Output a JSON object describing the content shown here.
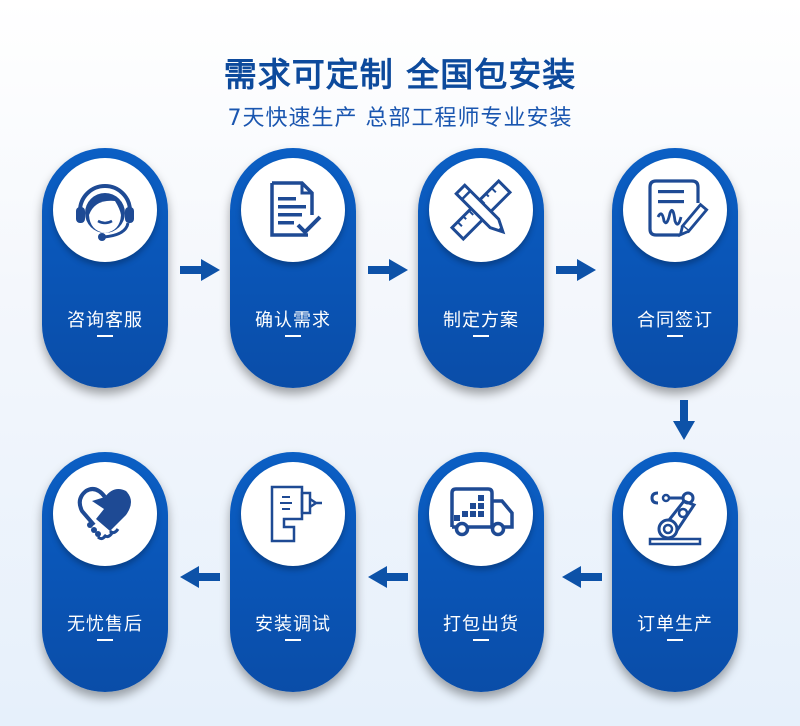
{
  "header": {
    "title": "需求可定制 全国包安装",
    "subtitle": "7天快速生产 总部工程师专业安装"
  },
  "colors": {
    "brand_blue": "#0a56b8",
    "icon_blue": "#1e4a94",
    "title_blue": "#0d4a9c"
  },
  "steps": [
    {
      "label": "咨询客服",
      "icon": "headset-agent-icon"
    },
    {
      "label": "确认需求",
      "icon": "document-check-icon"
    },
    {
      "label": "制定方案",
      "icon": "ruler-pencil-icon"
    },
    {
      "label": "合同签订",
      "icon": "contract-sign-icon"
    },
    {
      "label": "订单生产",
      "icon": "robot-arm-icon"
    },
    {
      "label": "打包出货",
      "icon": "delivery-truck-icon"
    },
    {
      "label": "安装调试",
      "icon": "drill-icon"
    },
    {
      "label": "无忧售后",
      "icon": "handshake-heart-icon"
    }
  ]
}
